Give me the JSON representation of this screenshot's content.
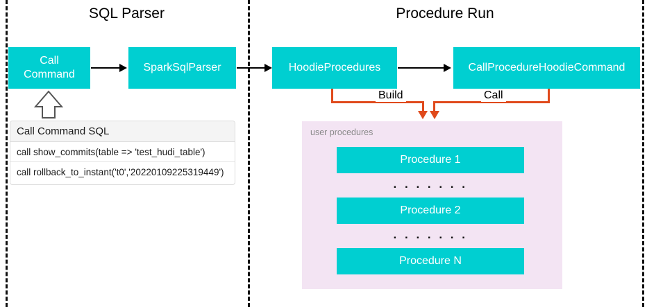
{
  "sections": [
    {
      "title": "SQL Parser"
    },
    {
      "title": "Procedure Run"
    }
  ],
  "parser_flow": {
    "call_command_label": "Call\nCommand",
    "call_command_line1": "Call",
    "call_command_line2": "Command",
    "spark_parser_label": "SparkSqlParser"
  },
  "procedure_flow": {
    "hoodie_procedures_label": "HoodieProcedures",
    "call_procedure_command_label": "CallProcedureHoodieCommand",
    "build_label": "Build",
    "call_label": "Call"
  },
  "sql_table": {
    "header": "Call Command SQL",
    "rows": [
      "call show_commits(table => 'test_hudi_table')",
      "call rollback_to_instant('t0','20220109225319449')"
    ]
  },
  "procedures_panel": {
    "label": "user procedures",
    "items": [
      "Procedure 1",
      "Procedure 2",
      "Procedure N"
    ],
    "ellipsis": ". . . . . . ."
  },
  "colors": {
    "teal": "#00CFD1",
    "orange": "#E04A1C",
    "panel_lavender": "#F3E4F3",
    "divider": "#111111",
    "arrow_black": "#000000"
  }
}
